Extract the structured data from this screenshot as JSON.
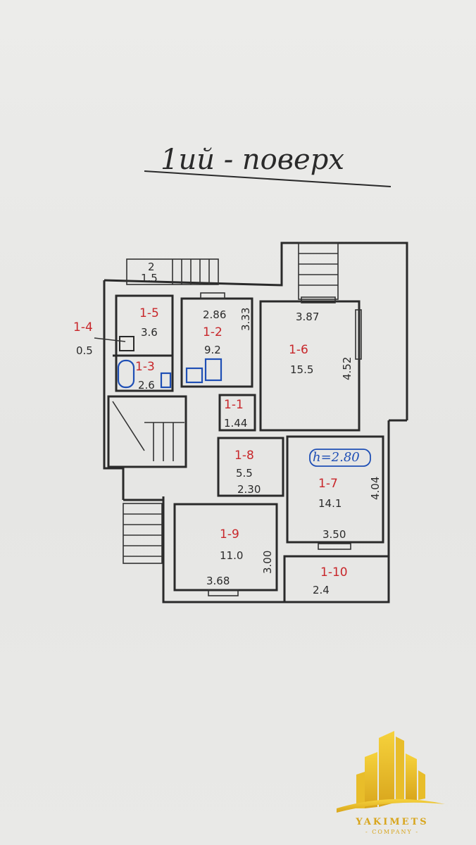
{
  "title": "1ий - поверх",
  "rooms": [
    {
      "id": "1-1",
      "area": "1.44"
    },
    {
      "id": "1-2",
      "area": "9.2"
    },
    {
      "id": "1-3",
      "area": "2.6"
    },
    {
      "id": "1-4",
      "area": "0.5"
    },
    {
      "id": "1-5",
      "area": "3.6"
    },
    {
      "id": "1-6",
      "area": "15.5"
    },
    {
      "id": "1-7",
      "area": "14.1"
    },
    {
      "id": "1-8",
      "area": "5.5"
    },
    {
      "id": "1-9",
      "area": "11.0"
    },
    {
      "id": "1-10",
      "area": "2.4"
    }
  ],
  "balcony": {
    "id": "2",
    "area": "1.5"
  },
  "dimensions": {
    "d_286": "2.86",
    "d_333": "3.33",
    "d_387": "3.87",
    "d_452": "4.52",
    "d_404": "4.04",
    "d_350": "3.50",
    "d_230": "2.30",
    "d_300": "3.00",
    "d_368": "3.68"
  },
  "height_note": "h=2.80",
  "brand": {
    "name": "YAKIMETS",
    "sub": "- COMPANY -",
    "color": "#d8a51c"
  }
}
